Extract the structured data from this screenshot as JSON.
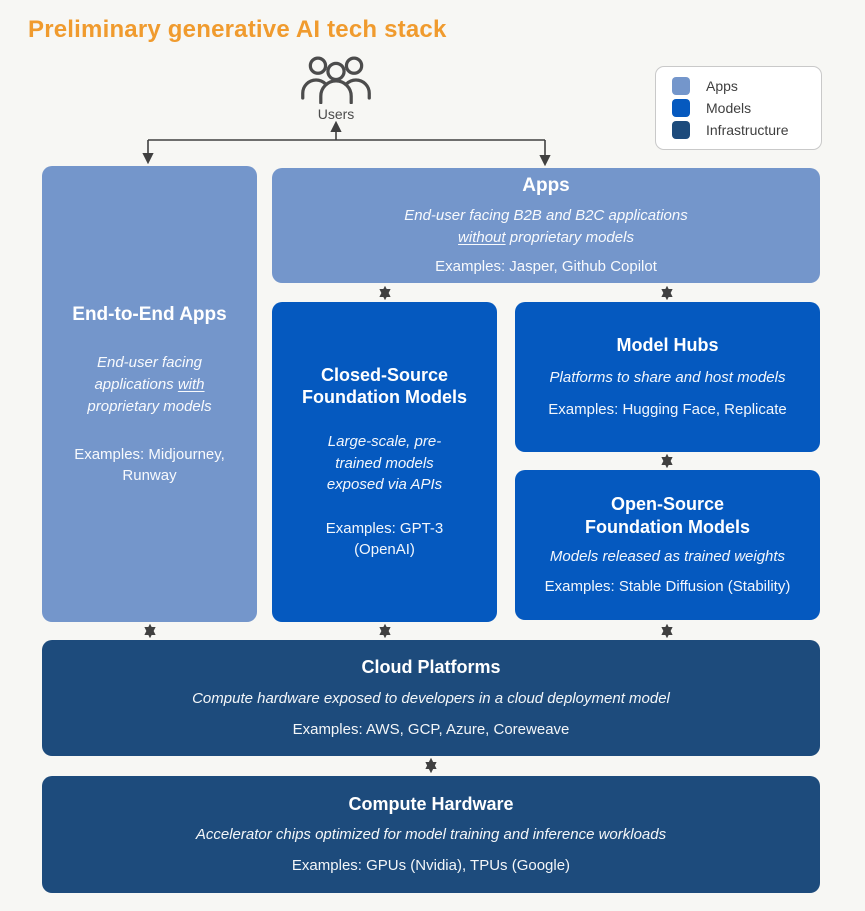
{
  "title": "Preliminary generative AI tech stack",
  "users_label": "Users",
  "legend": {
    "items": [
      {
        "label": "Apps",
        "color": "#7496cb"
      },
      {
        "label": "Models",
        "color": "#0559bf"
      },
      {
        "label": "Infrastructure",
        "color": "#1d4b7c"
      }
    ]
  },
  "colors": {
    "background": "#f7f7f4",
    "title_orange": "#f09b2e",
    "apps_light_blue": "#7496cb",
    "models_blue": "#0559bf",
    "infrastructure_navy": "#1d4b7c",
    "connector_gray": "#404040"
  },
  "icons": {
    "users": "users-group-icon"
  },
  "boxes": {
    "end_to_end": {
      "title": "End-to-End Apps",
      "desc_pre": "End-user facing\napplications ",
      "desc_underline": "with",
      "desc_post": "\nproprietary models",
      "examples": "Examples: Midjourney,\nRunway"
    },
    "apps": {
      "title": "Apps",
      "desc_pre": "End-user facing B2B and B2C applications\n",
      "desc_underline": "without",
      "desc_post": " proprietary models",
      "examples": "Examples: Jasper, Github Copilot"
    },
    "closed_source": {
      "title": "Closed-Source\nFoundation Models",
      "desc": "Large-scale, pre-\ntrained models\nexposed via APIs",
      "examples": "Examples: GPT-3\n(OpenAI)"
    },
    "model_hubs": {
      "title": "Model Hubs",
      "desc": "Platforms to share and host models",
      "examples": "Examples: Hugging Face, Replicate"
    },
    "open_source": {
      "title": "Open-Source\nFoundation Models",
      "desc": "Models released as trained weights",
      "examples": "Examples: Stable Diffusion (Stability)"
    },
    "cloud": {
      "title": "Cloud Platforms",
      "desc": "Compute hardware exposed to developers in a cloud deployment model",
      "examples": "Examples: AWS, GCP, Azure, Coreweave"
    },
    "compute": {
      "title": "Compute Hardware",
      "desc": "Accelerator chips optimized for model training and inference workloads",
      "examples": "Examples: GPUs (Nvidia), TPUs (Google)"
    }
  }
}
